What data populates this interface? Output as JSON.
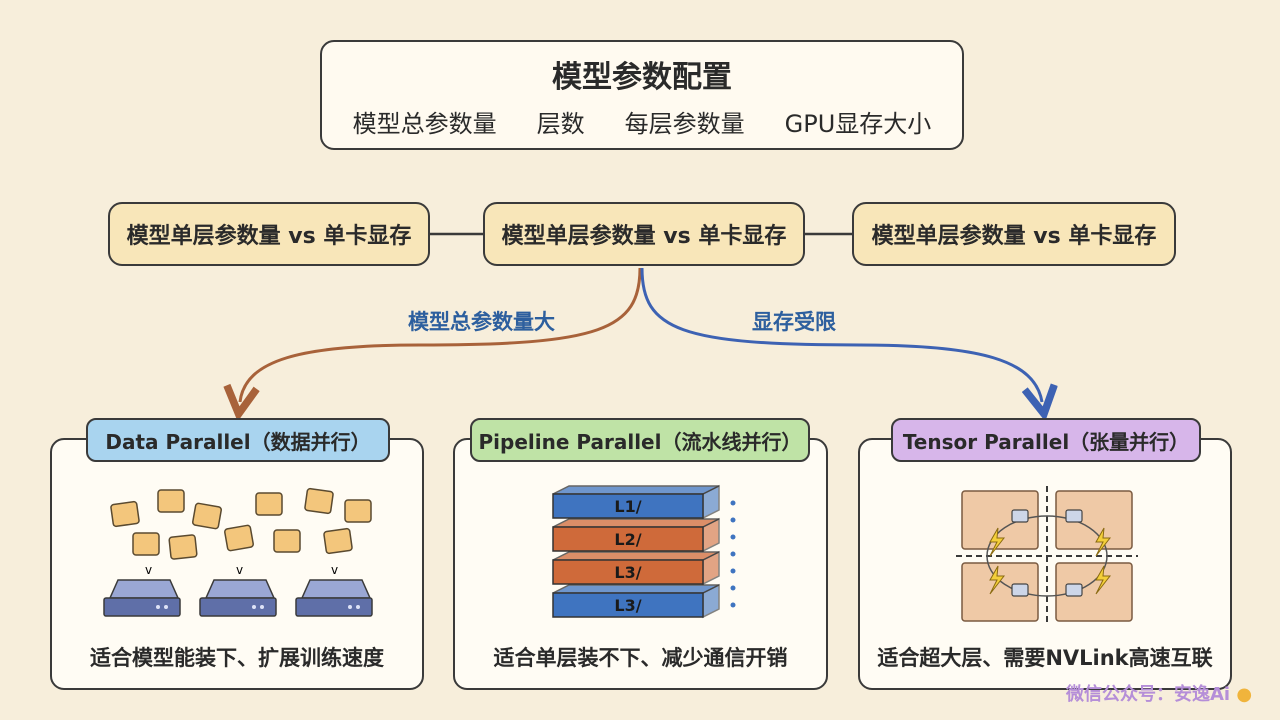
{
  "top": {
    "title": "模型参数配置",
    "items": [
      "模型总参数量",
      "层数",
      "每层参数量",
      "GPU显存大小"
    ]
  },
  "middle": {
    "left": "模型单层参数量 vs 单卡显存",
    "center": "模型单层参数量 vs 单卡显存",
    "right": "模型单层参数量 vs 单卡显存"
  },
  "branches": {
    "left": "模型总参数量大",
    "right": "显存受限"
  },
  "panels": {
    "data": {
      "title": "Data Parallel（数据并行）",
      "caption": "适合模型能装下、扩展训练速度",
      "color": "#a9d4ef"
    },
    "pipeline": {
      "title": "Pipeline Parallel（流水线并行）",
      "caption": "适合单层装不下、减少通信开销",
      "color": "#bfe3a6",
      "layers": [
        {
          "label": "L1/",
          "color": "#3f74c0"
        },
        {
          "label": "L2/",
          "color": "#cf6a3a"
        },
        {
          "label": "L3/",
          "color": "#cf6a3a"
        },
        {
          "label": "L3/",
          "color": "#3f74c0"
        }
      ]
    },
    "tensor": {
      "title": "Tensor Parallel（张量并行）",
      "caption": "适合超大层、需要NVLink高速互联",
      "color": "#d7b6ea"
    }
  },
  "watermark": "微信公众号：安逸Ai"
}
